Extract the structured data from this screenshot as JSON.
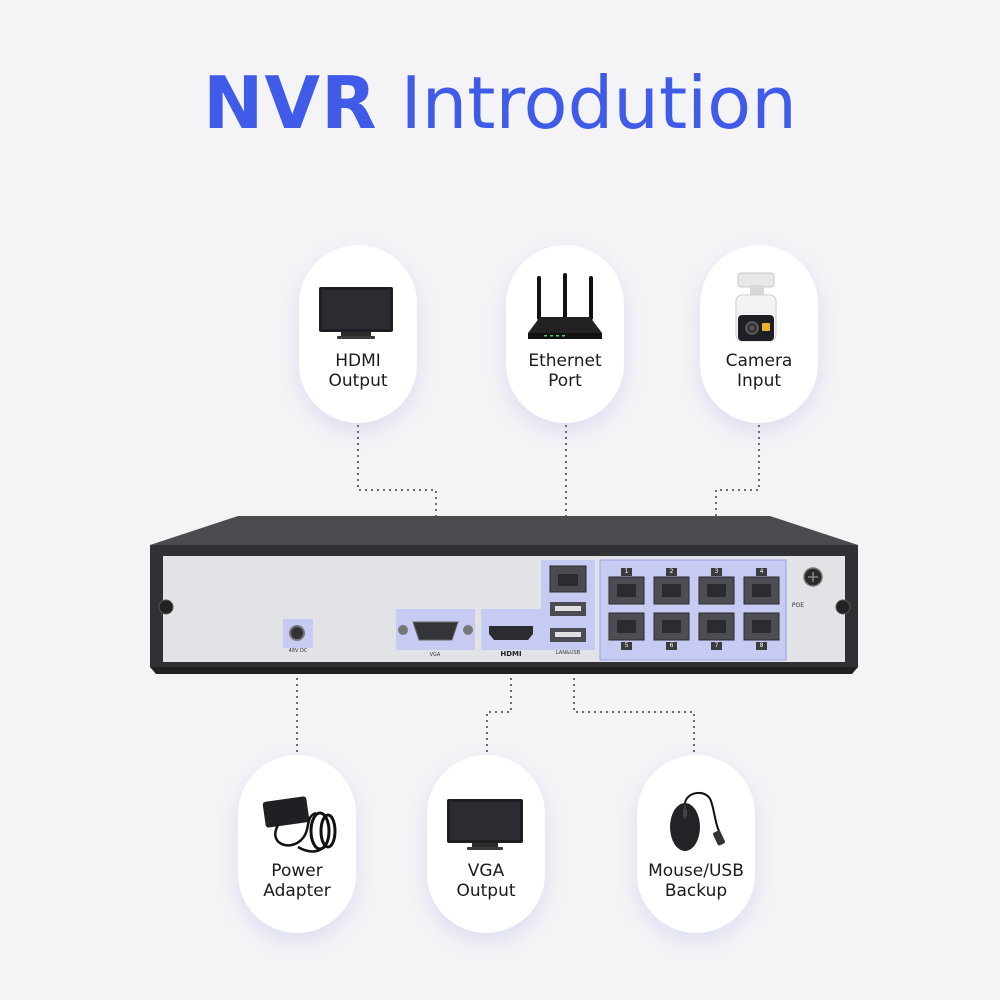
{
  "title": {
    "bold": "NVR",
    "rest": "Introdution"
  },
  "devices": [
    {
      "line1": "HDMI",
      "line2": "Output",
      "icon": "monitor-icon"
    },
    {
      "line1": "Ethernet",
      "line2": "Port",
      "icon": "router-icon"
    },
    {
      "line1": "Camera",
      "line2": "Input",
      "icon": "camera-icon"
    },
    {
      "line1": "Power",
      "line2": "Adapter",
      "icon": "power-adapter-icon"
    },
    {
      "line1": "VGA",
      "line2": "Output",
      "icon": "monitor-icon"
    },
    {
      "line1": "Mouse/USB",
      "line2": "Backup",
      "icon": "mouse-icon"
    }
  ],
  "ports": {
    "power": "48V DC",
    "vga": "VGA",
    "hdmi": "HDMI",
    "lan_usb": "LAN&USB",
    "poe": "POE",
    "poe_numbers": [
      "1",
      "2",
      "3",
      "4",
      "5",
      "6",
      "7",
      "8"
    ]
  },
  "colors": {
    "accent": "#3f5be8",
    "highlight": "#c7cbf4",
    "chassis": "#3a3c40",
    "panel": "#e2e3e7"
  }
}
